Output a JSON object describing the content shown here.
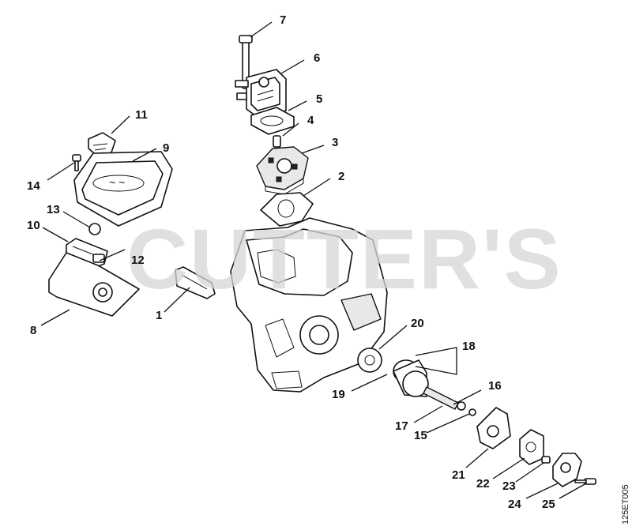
{
  "watermark": "CUTTER'S",
  "drawing_code": "125ET005",
  "callouts": [
    "1",
    "2",
    "3",
    "4",
    "5",
    "6",
    "7",
    "8",
    "9",
    "10",
    "11",
    "12",
    "13",
    "14",
    "15",
    "16",
    "17",
    "18",
    "19",
    "20",
    "21",
    "22",
    "23",
    "24",
    "25"
  ]
}
